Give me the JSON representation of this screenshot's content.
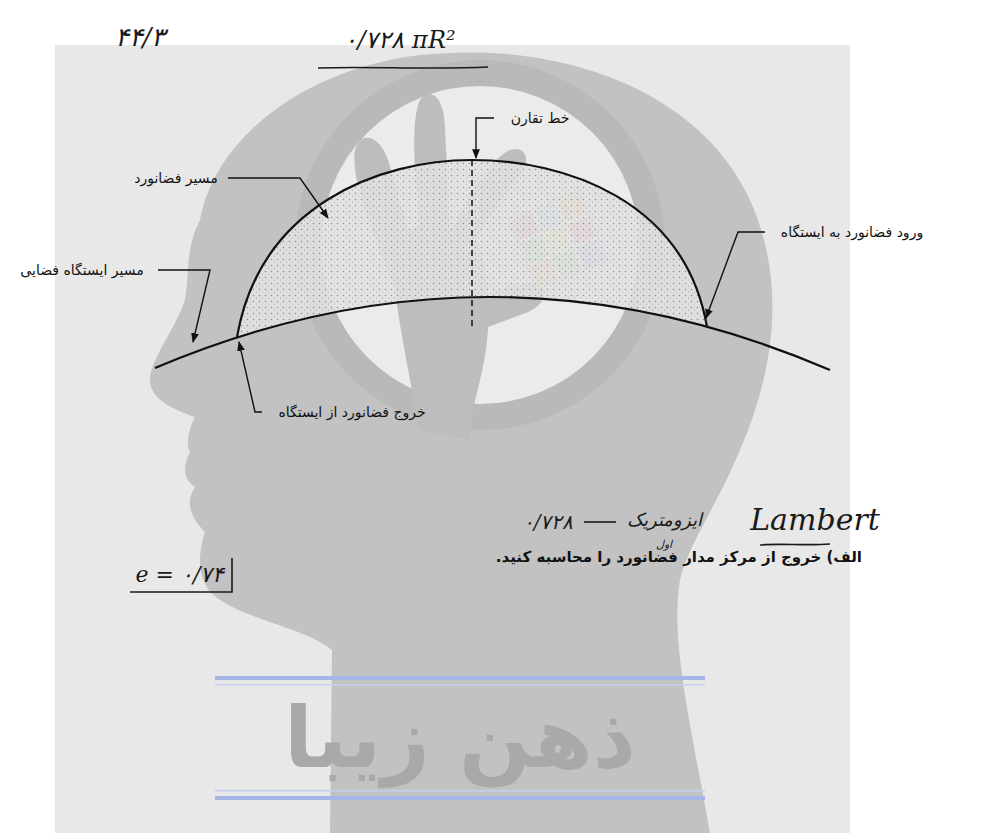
{
  "diagram": {
    "labels": [
      "۴۴/۳",
      "۰/۷۲۸ πR²",
      "خط تقارن",
      "مسیر فضانورد",
      "ورود فضانورد به ایستگاه",
      "مسیر ایستگاه فضایی",
      "خروج فضانورد از ایستگاه",
      "۰/۷۲۸",
      "ایزومتریک",
      "اول",
      "Lambert",
      "الف) خروج از مرکز مدار فضانورد را محاسبه کنید.",
      "e = ۰/۷۴",
      "ذهن زیبا"
    ]
  }
}
